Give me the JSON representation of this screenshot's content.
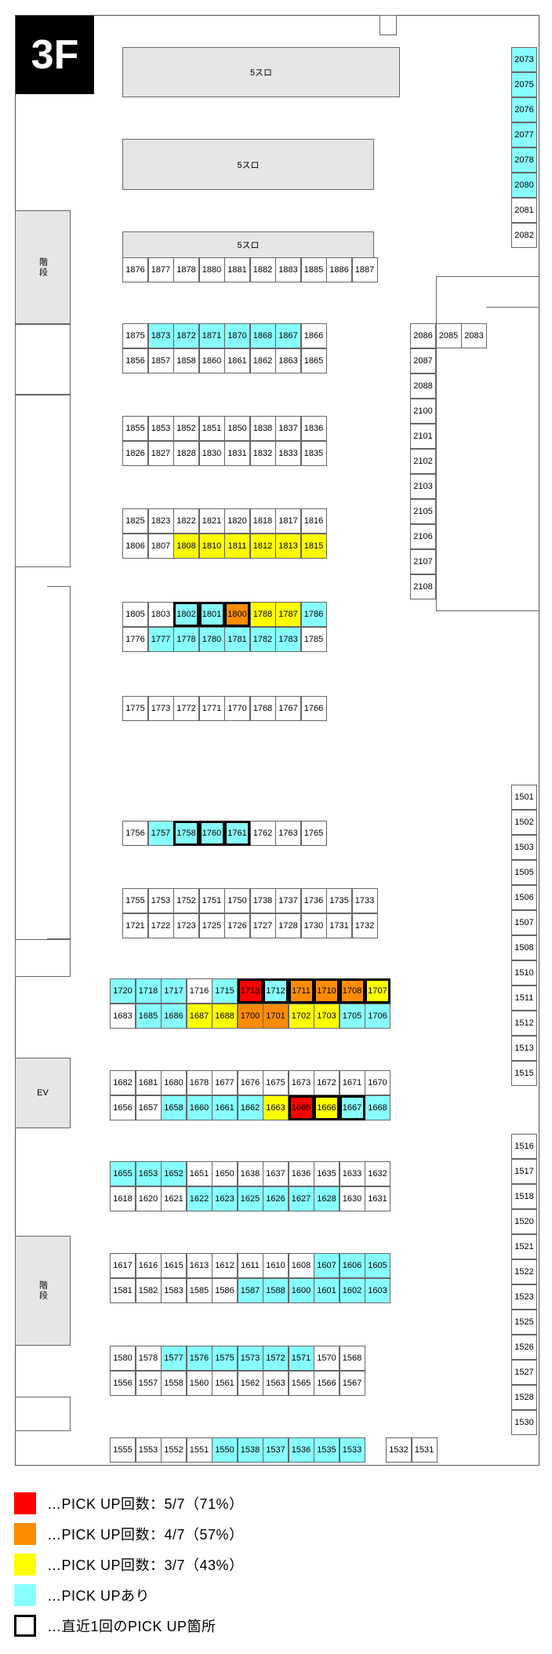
{
  "floor_label": "3F",
  "areas": {
    "slot5_label": "5スロ",
    "stairs_label": "階段",
    "ev_label": "EV"
  },
  "colors": {
    "red": "#ff0000",
    "orange": "#ff8c00",
    "yellow": "#ffff00",
    "cyan": "#88ffff"
  },
  "legend": [
    {
      "color": "red",
      "text": "…PICK UP回数：5/7（71%）"
    },
    {
      "color": "orange",
      "text": "…PICK UP回数：4/7（57%）"
    },
    {
      "color": "yellow",
      "text": "…PICK UP回数：3/7（43%）"
    },
    {
      "color": "cyan",
      "text": "…PICK UPあり"
    },
    {
      "color": "outline",
      "text": "…直近1回のPICK UP箇所"
    }
  ],
  "machine_rows": [
    {
      "items": [
        [
          "1876",
          "w"
        ],
        [
          "1877",
          "w"
        ],
        [
          "1878",
          "w"
        ],
        [
          "1880",
          "w"
        ],
        [
          "1881",
          "w"
        ],
        [
          "1882",
          "w"
        ],
        [
          "1883",
          "w"
        ],
        [
          "1885",
          "w"
        ],
        [
          "1886",
          "w"
        ],
        [
          "1887",
          "w"
        ]
      ]
    },
    {
      "items": [
        [
          "1875",
          "w"
        ],
        [
          "1873",
          "c"
        ],
        [
          "1872",
          "c"
        ],
        [
          "1871",
          "c"
        ],
        [
          "1870",
          "c"
        ],
        [
          "1868",
          "c"
        ],
        [
          "1867",
          "c"
        ],
        [
          "1866",
          "w"
        ]
      ]
    },
    {
      "items": [
        [
          "1856",
          "w"
        ],
        [
          "1857",
          "w"
        ],
        [
          "1858",
          "w"
        ],
        [
          "1860",
          "w"
        ],
        [
          "1861",
          "w"
        ],
        [
          "1862",
          "w"
        ],
        [
          "1863",
          "w"
        ],
        [
          "1865",
          "w"
        ]
      ]
    },
    {
      "items": [
        [
          "1855",
          "w"
        ],
        [
          "1853",
          "w"
        ],
        [
          "1852",
          "w"
        ],
        [
          "1851",
          "w"
        ],
        [
          "1850",
          "w"
        ],
        [
          "1838",
          "w"
        ],
        [
          "1837",
          "w"
        ],
        [
          "1836",
          "w"
        ]
      ]
    },
    {
      "items": [
        [
          "1826",
          "w"
        ],
        [
          "1827",
          "w"
        ],
        [
          "1828",
          "w"
        ],
        [
          "1830",
          "w"
        ],
        [
          "1831",
          "w"
        ],
        [
          "1832",
          "w"
        ],
        [
          "1833",
          "w"
        ],
        [
          "1835",
          "w"
        ]
      ]
    },
    {
      "items": [
        [
          "1825",
          "w"
        ],
        [
          "1823",
          "w"
        ],
        [
          "1822",
          "w"
        ],
        [
          "1821",
          "w"
        ],
        [
          "1820",
          "w"
        ],
        [
          "1818",
          "w"
        ],
        [
          "1817",
          "w"
        ],
        [
          "1816",
          "w"
        ]
      ]
    },
    {
      "items": [
        [
          "1806",
          "w"
        ],
        [
          "1807",
          "w"
        ],
        [
          "1808",
          "y"
        ],
        [
          "1810",
          "y"
        ],
        [
          "1811",
          "y"
        ],
        [
          "1812",
          "y"
        ],
        [
          "1813",
          "y"
        ],
        [
          "1815",
          "y"
        ]
      ]
    },
    {
      "items": [
        [
          "1805",
          "w"
        ],
        [
          "1803",
          "w"
        ],
        [
          "1802",
          "cL"
        ],
        [
          "1801",
          "cL"
        ],
        [
          "1800",
          "oL"
        ],
        [
          "1788",
          "y"
        ],
        [
          "1787",
          "y"
        ],
        [
          "1786",
          "c"
        ]
      ]
    },
    {
      "items": [
        [
          "1776",
          "w"
        ],
        [
          "1777",
          "c"
        ],
        [
          "1778",
          "c"
        ],
        [
          "1780",
          "c"
        ],
        [
          "1781",
          "c"
        ],
        [
          "1782",
          "c"
        ],
        [
          "1783",
          "c"
        ],
        [
          "1785",
          "w"
        ]
      ]
    },
    {
      "items": [
        [
          "1775",
          "w"
        ],
        [
          "1773",
          "w"
        ],
        [
          "1772",
          "w"
        ],
        [
          "1771",
          "w"
        ],
        [
          "1770",
          "w"
        ],
        [
          "1768",
          "w"
        ],
        [
          "1767",
          "w"
        ],
        [
          "1766",
          "w"
        ]
      ]
    },
    {
      "items": [
        [
          "1756",
          "w"
        ],
        [
          "1757",
          "c"
        ],
        [
          "1758",
          "cL"
        ],
        [
          "1760",
          "cL"
        ],
        [
          "1761",
          "cL"
        ],
        [
          "1762",
          "w"
        ],
        [
          "1763",
          "w"
        ],
        [
          "1765",
          "w"
        ]
      ]
    },
    {
      "items": [
        [
          "1755",
          "w"
        ],
        [
          "1753",
          "w"
        ],
        [
          "1752",
          "w"
        ],
        [
          "1751",
          "w"
        ],
        [
          "1750",
          "w"
        ],
        [
          "1738",
          "w"
        ],
        [
          "1737",
          "w"
        ],
        [
          "1736",
          "w"
        ],
        [
          "1735",
          "w"
        ],
        [
          "1733",
          "w"
        ]
      ]
    },
    {
      "items": [
        [
          "1721",
          "w"
        ],
        [
          "1722",
          "w"
        ],
        [
          "1723",
          "w"
        ],
        [
          "1725",
          "w"
        ],
        [
          "1726",
          "w"
        ],
        [
          "1727",
          "w"
        ],
        [
          "1728",
          "w"
        ],
        [
          "1730",
          "w"
        ],
        [
          "1731",
          "w"
        ],
        [
          "1732",
          "w"
        ]
      ]
    },
    {
      "items": [
        [
          "1720",
          "c"
        ],
        [
          "1718",
          "c"
        ],
        [
          "1717",
          "c"
        ],
        [
          "1716",
          "w"
        ],
        [
          "1715",
          "c"
        ],
        [
          "1713",
          "rL"
        ],
        [
          "1712",
          "cL"
        ],
        [
          "1711",
          "oL"
        ],
        [
          "1710",
          "oL"
        ],
        [
          "1708",
          "oL"
        ],
        [
          "1707",
          "yL"
        ]
      ]
    },
    {
      "items": [
        [
          "1683",
          "w"
        ],
        [
          "1685",
          "c"
        ],
        [
          "1686",
          "c"
        ],
        [
          "1687",
          "y"
        ],
        [
          "1688",
          "y"
        ],
        [
          "1700",
          "o"
        ],
        [
          "1701",
          "o"
        ],
        [
          "1702",
          "y"
        ],
        [
          "1703",
          "y"
        ],
        [
          "1705",
          "c"
        ],
        [
          "1706",
          "c"
        ]
      ]
    },
    {
      "items": [
        [
          "1682",
          "w"
        ],
        [
          "1681",
          "w"
        ],
        [
          "1680",
          "w"
        ],
        [
          "1678",
          "w"
        ],
        [
          "1677",
          "w"
        ],
        [
          "1676",
          "w"
        ],
        [
          "1675",
          "w"
        ],
        [
          "1673",
          "w"
        ],
        [
          "1672",
          "w"
        ],
        [
          "1671",
          "w"
        ],
        [
          "1670",
          "w"
        ]
      ]
    },
    {
      "items": [
        [
          "1656",
          "w"
        ],
        [
          "1657",
          "w"
        ],
        [
          "1658",
          "c"
        ],
        [
          "1660",
          "c"
        ],
        [
          "1661",
          "c"
        ],
        [
          "1662",
          "c"
        ],
        [
          "1663",
          "y"
        ],
        [
          "1665",
          "rL"
        ],
        [
          "1666",
          "yL"
        ],
        [
          "1667",
          "cL"
        ],
        [
          "1668",
          "c"
        ]
      ]
    },
    {
      "items": [
        [
          "1655",
          "c"
        ],
        [
          "1653",
          "c"
        ],
        [
          "1652",
          "c"
        ],
        [
          "1651",
          "w"
        ],
        [
          "1650",
          "w"
        ],
        [
          "1638",
          "w"
        ],
        [
          "1637",
          "w"
        ],
        [
          "1636",
          "w"
        ],
        [
          "1635",
          "w"
        ],
        [
          "1633",
          "w"
        ],
        [
          "1632",
          "w"
        ]
      ]
    },
    {
      "items": [
        [
          "1618",
          "w"
        ],
        [
          "1620",
          "w"
        ],
        [
          "1621",
          "w"
        ],
        [
          "1622",
          "c"
        ],
        [
          "1623",
          "c"
        ],
        [
          "1625",
          "c"
        ],
        [
          "1626",
          "c"
        ],
        [
          "1627",
          "c"
        ],
        [
          "1628",
          "c"
        ],
        [
          "1630",
          "w"
        ],
        [
          "1631",
          "w"
        ]
      ]
    },
    {
      "items": [
        [
          "1617",
          "w"
        ],
        [
          "1616",
          "w"
        ],
        [
          "1615",
          "w"
        ],
        [
          "1613",
          "w"
        ],
        [
          "1612",
          "w"
        ],
        [
          "1611",
          "w"
        ],
        [
          "1610",
          "w"
        ],
        [
          "1608",
          "w"
        ],
        [
          "1607",
          "c"
        ],
        [
          "1606",
          "c"
        ],
        [
          "1605",
          "c"
        ]
      ]
    },
    {
      "items": [
        [
          "1581",
          "w"
        ],
        [
          "1582",
          "w"
        ],
        [
          "1583",
          "w"
        ],
        [
          "1585",
          "w"
        ],
        [
          "1586",
          "w"
        ],
        [
          "1587",
          "c"
        ],
        [
          "1588",
          "c"
        ],
        [
          "1600",
          "c"
        ],
        [
          "1601",
          "c"
        ],
        [
          "1602",
          "c"
        ],
        [
          "1603",
          "c"
        ]
      ]
    },
    {
      "items": [
        [
          "1580",
          "w"
        ],
        [
          "1578",
          "w"
        ],
        [
          "1577",
          "c"
        ],
        [
          "1576",
          "c"
        ],
        [
          "1575",
          "c"
        ],
        [
          "1573",
          "c"
        ],
        [
          "1572",
          "c"
        ],
        [
          "1571",
          "c"
        ],
        [
          "1570",
          "w"
        ],
        [
          "1568",
          "w"
        ]
      ]
    },
    {
      "items": [
        [
          "1556",
          "w"
        ],
        [
          "1557",
          "w"
        ],
        [
          "1558",
          "w"
        ],
        [
          "1560",
          "w"
        ],
        [
          "1561",
          "w"
        ],
        [
          "1562",
          "w"
        ],
        [
          "1563",
          "w"
        ],
        [
          "1565",
          "w"
        ],
        [
          "1566",
          "w"
        ],
        [
          "1567",
          "w"
        ]
      ]
    },
    {
      "items": [
        [
          "1555",
          "w"
        ],
        [
          "1553",
          "w"
        ],
        [
          "1552",
          "w"
        ],
        [
          "1551",
          "w"
        ],
        [
          "1550",
          "c"
        ],
        [
          "1538",
          "c"
        ],
        [
          "1537",
          "c"
        ],
        [
          "1536",
          "c"
        ],
        [
          "1535",
          "c"
        ],
        [
          "1533",
          "c"
        ]
      ]
    },
    {
      "items": [
        [
          "1532",
          "w"
        ],
        [
          "1531",
          "w"
        ]
      ]
    },
    {
      "items": [
        [
          "2086",
          "w"
        ],
        [
          "2085",
          "w"
        ],
        [
          "2083",
          "w"
        ]
      ]
    }
  ],
  "machine_cols": [
    {
      "items": [
        [
          "2073",
          "c"
        ],
        [
          "2075",
          "c"
        ],
        [
          "2076",
          "c"
        ],
        [
          "2077",
          "c"
        ],
        [
          "2078",
          "c"
        ],
        [
          "2080",
          "c"
        ],
        [
          "2081",
          "w"
        ],
        [
          "2082",
          "w"
        ]
      ]
    },
    {
      "items": [
        [
          "2087",
          "w"
        ],
        [
          "2088",
          "w"
        ],
        [
          "2100",
          "w"
        ],
        [
          "2101",
          "w"
        ],
        [
          "2102",
          "w"
        ],
        [
          "2103",
          "w"
        ],
        [
          "2105",
          "w"
        ],
        [
          "2106",
          "w"
        ],
        [
          "2107",
          "w"
        ],
        [
          "2108",
          "w"
        ]
      ]
    },
    {
      "items": [
        [
          "1501",
          "w"
        ],
        [
          "1502",
          "w"
        ],
        [
          "1503",
          "w"
        ],
        [
          "1505",
          "w"
        ],
        [
          "1506",
          "w"
        ],
        [
          "1507",
          "w"
        ],
        [
          "1508",
          "w"
        ],
        [
          "1510",
          "w"
        ],
        [
          "1511",
          "w"
        ],
        [
          "1512",
          "w"
        ],
        [
          "1513",
          "w"
        ],
        [
          "1515",
          "w"
        ]
      ]
    },
    {
      "items": [
        [
          "1516",
          "w"
        ],
        [
          "1517",
          "w"
        ],
        [
          "1518",
          "w"
        ],
        [
          "1520",
          "w"
        ],
        [
          "1521",
          "w"
        ],
        [
          "1522",
          "w"
        ],
        [
          "1523",
          "w"
        ],
        [
          "1525",
          "w"
        ],
        [
          "1526",
          "w"
        ],
        [
          "1527",
          "w"
        ],
        [
          "1528",
          "w"
        ],
        [
          "1530",
          "w"
        ]
      ]
    }
  ]
}
